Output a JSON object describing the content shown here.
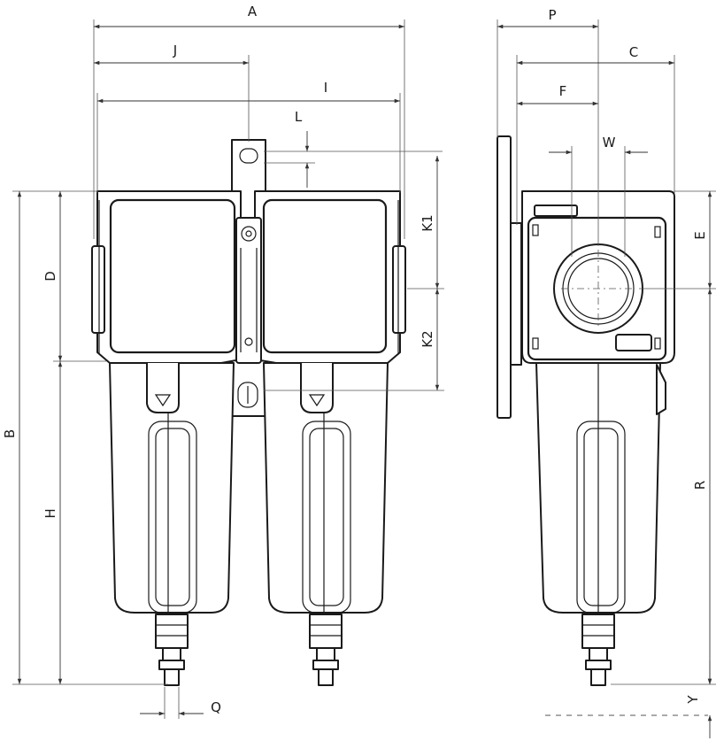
{
  "labels": {
    "A": "A",
    "B": "B",
    "C": "C",
    "D": "D",
    "E": "E",
    "F": "F",
    "H": "H",
    "I": "I",
    "J": "J",
    "K1": "K1",
    "K2": "K2",
    "L": "L",
    "P": "P",
    "Q": "Q",
    "R": "R",
    "W": "W",
    "Y": "Y"
  },
  "colors": {
    "stroke": "#1a1a1a",
    "dimension": "#333333",
    "background": "#ffffff"
  }
}
